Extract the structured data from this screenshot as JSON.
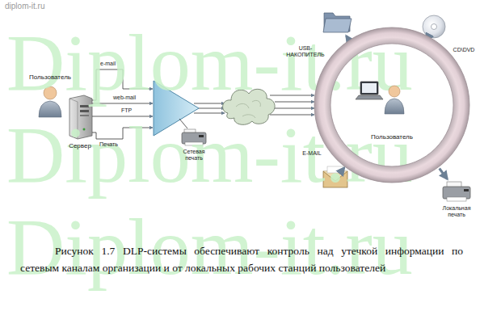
{
  "diagram": {
    "caption": "Рисунок 1.7 DLP-системы обеспечивают контроль над утечкой информации по сетевым каналам организации и от локальных рабочих станций пользователей",
    "nodes": [
      {
        "text": [
          "Пользователь"
        ]
      },
      {
        "text": [
          "Сервер"
        ]
      },
      {
        "text": [
          "Сетевая печать"
        ]
      },
      {
        "text": [
          "USB- НАКОПИТЕЛЬ"
        ]
      },
      {
        "text": [
          "CD\\DVD"
        ]
      },
      {
        "text": [
          "Пользователь"
        ]
      },
      {
        "text": [
          "E-MAIL"
        ]
      },
      {
        "text": [
          "Локальная печать"
        ]
      }
    ],
    "edges": [
      {
        "from": 5,
        "to": 3,
        "arrow": "to"
      },
      {
        "from": 5,
        "to": 4,
        "arrow": "to"
      },
      {
        "from": 5,
        "to": 6,
        "arrow": "to"
      },
      {
        "from": 5,
        "to": 7,
        "arrow": "to"
      }
    ],
    "labels": [
      "diplom-it.ru",
      "e-mail",
      "web-mail",
      "FTP",
      "Печать",
      "Diplom-it.ru",
      "Diplom-it.ru",
      "Diplom-it.ru"
    ]
  }
}
